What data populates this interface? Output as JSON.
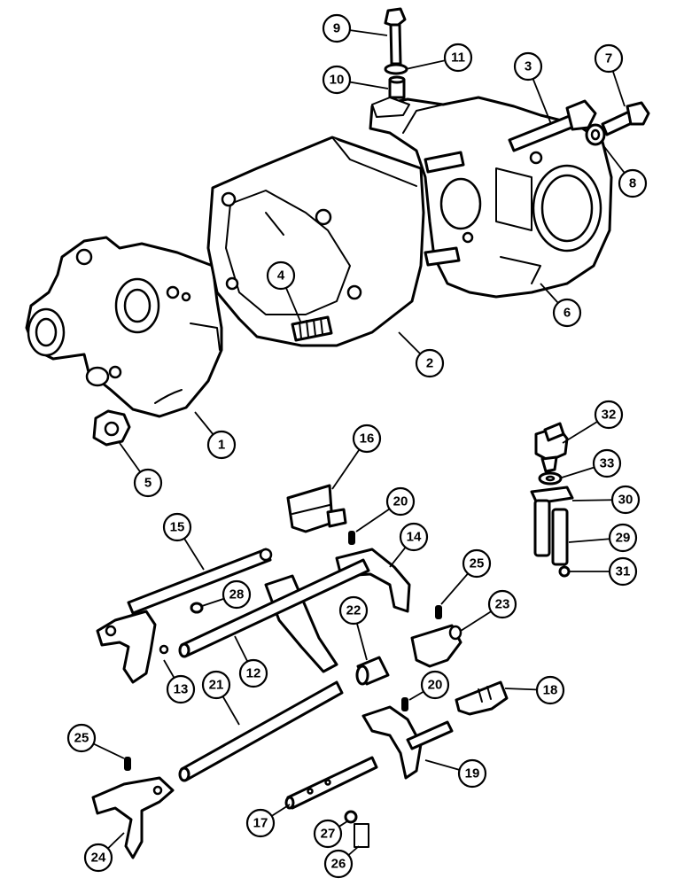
{
  "diagram": {
    "callouts": [
      "1",
      "2",
      "3",
      "4",
      "5",
      "6",
      "7",
      "8",
      "9",
      "10",
      "11",
      "12",
      "13",
      "14",
      "15",
      "16",
      "17",
      "18",
      "19",
      "20",
      "20",
      "21",
      "22",
      "23",
      "24",
      "25",
      "25",
      "26",
      "27",
      "28",
      "29",
      "30",
      "31",
      "32",
      "33"
    ]
  }
}
